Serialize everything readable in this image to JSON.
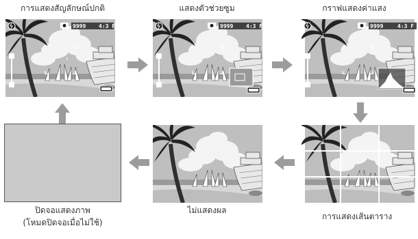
{
  "captions": {
    "normal": "การแสดงสัญลักษณ์ปกติ",
    "zoom": "แสดงตัวช่วยซูม",
    "histogram": "กราฟแสดงค่าแสง",
    "no_display": "ไม่แสดงผล",
    "grid": "การแสดงเส้นตาราง",
    "off_line1": "ปิดจอแสดงภาพ",
    "off_line2": "(โหมดปิดจอเมื่อไม่ใช้)"
  },
  "osd": {
    "shots": "9999",
    "aspect": "4:3 F"
  },
  "icons": {
    "flash": "flash-off-icon",
    "camera": "camera-mode-icon",
    "battery": "battery-icon",
    "arrow": "arrow-icon"
  },
  "colors": {
    "arrow": "#9c9c9c",
    "blank_screen": "#c9c9c9",
    "sky": "#c4c4c4",
    "cloud": "#ffffff"
  }
}
